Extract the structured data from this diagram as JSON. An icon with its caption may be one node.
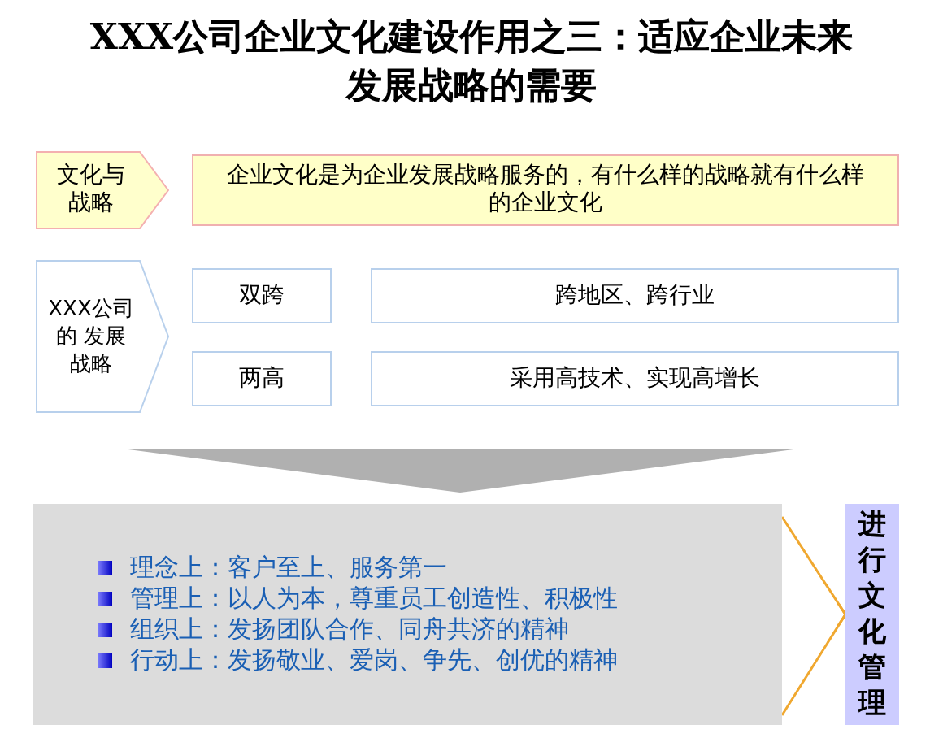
{
  "diagram": {
    "title": "XXX公司企业文化建设作用之三：适应企业未来发展战略的需要",
    "nodes": [
      {
        "text": [
          "文化与战略"
        ]
      },
      {
        "text": [
          "企业文化是为企业发展战略服务的，有什么样的战略就有什么样的企业文化"
        ]
      },
      {
        "text": [
          "XXX公司的 发展战略"
        ]
      },
      {
        "text": [
          "双跨"
        ]
      },
      {
        "text": [
          "跨地区、跨行业"
        ]
      },
      {
        "text": [
          "两高"
        ]
      },
      {
        "text": [
          "采用高技术、实现高增长"
        ]
      },
      {
        "text": [
          "理念上：客户至上、服务第一",
          "管理上：以人为本，尊重员工创造性、积极性",
          "组织上：发扬团队合作、同舟共济的精神",
          "行动上：发扬敬业、爱岗、争先、创优的精神"
        ]
      },
      {
        "text": [
          "进行文化管理"
        ]
      }
    ],
    "edges": [
      {
        "from": 7,
        "to": 8,
        "arrow": "to",
        "color": "#f0a830"
      }
    ]
  }
}
